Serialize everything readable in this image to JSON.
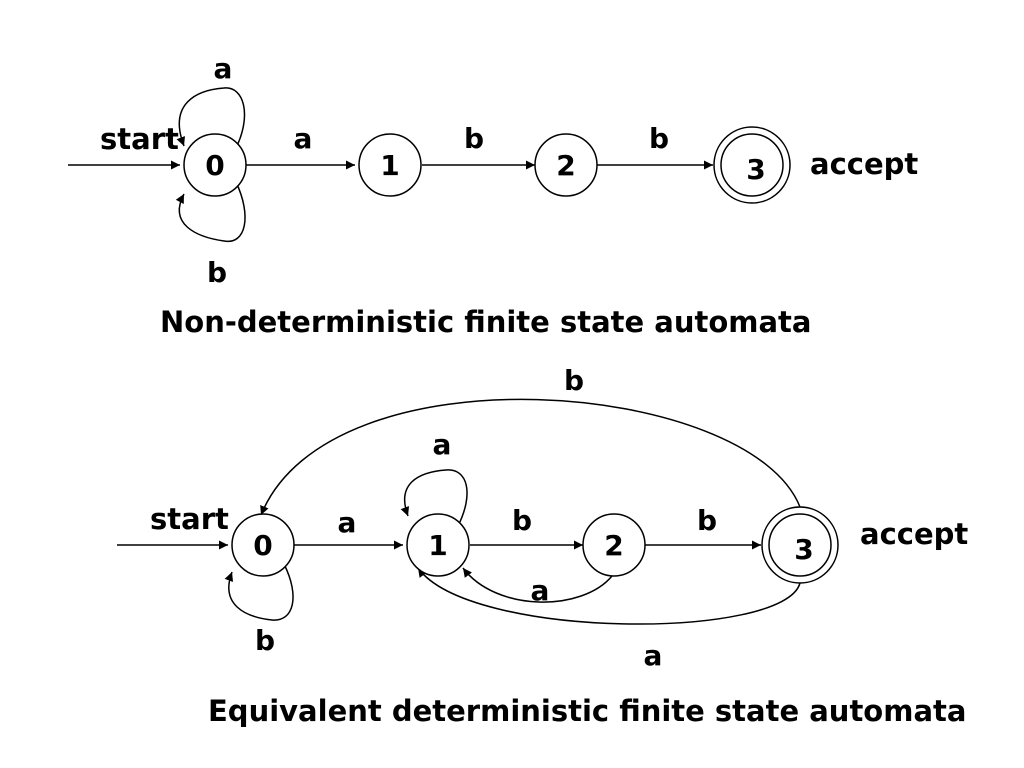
{
  "nfa": {
    "start_label": "start",
    "accept_label": "accept",
    "caption": "Non-deterministic finite state automata",
    "states": [
      "0",
      "1",
      "2",
      "3"
    ],
    "transitions": {
      "loop_top_0": "a",
      "loop_bottom_0": "b",
      "s0_s1": "a",
      "s1_s2": "b",
      "s2_s3": "b"
    }
  },
  "dfa": {
    "start_label": "start",
    "accept_label": "accept",
    "caption": "Equivalent deterministic finite state automata",
    "states": [
      "0",
      "1",
      "2",
      "3"
    ],
    "transitions": {
      "loop_bottom_0": "b",
      "loop_top_1": "a",
      "s0_s1": "a",
      "s1_s2": "b",
      "s2_s3": "b",
      "s2_s1": "a",
      "s3_s1": "a",
      "s3_s0": "b"
    }
  },
  "colors": {
    "stroke": "#000000",
    "background": "#ffffff"
  }
}
